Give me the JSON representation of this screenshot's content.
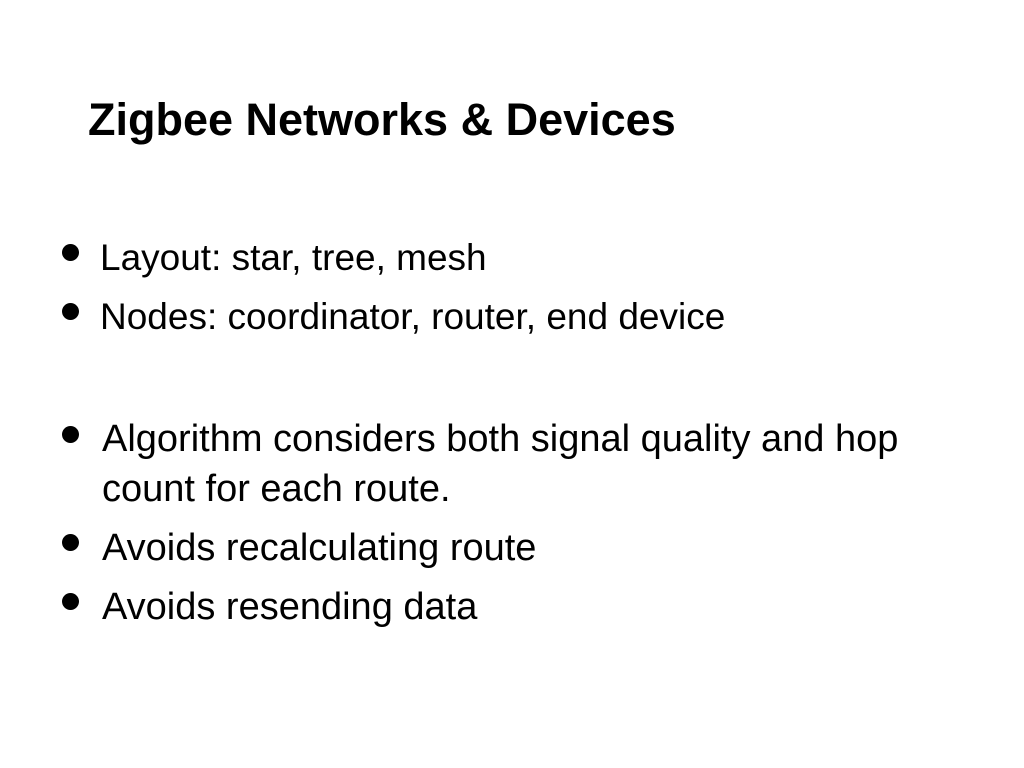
{
  "slide": {
    "title": "Zigbee Networks & Devices",
    "bullets_group_1": [
      {
        "text": "Layout: star, tree, mesh"
      },
      {
        "text": "Nodes: coordinator, router, end device"
      }
    ],
    "bullets_group_2": [
      {
        "text": "Algorithm considers both signal quality and hop count for each route."
      },
      {
        "text": "Avoids recalculating route"
      },
      {
        "text": "Avoids resending data"
      }
    ]
  }
}
